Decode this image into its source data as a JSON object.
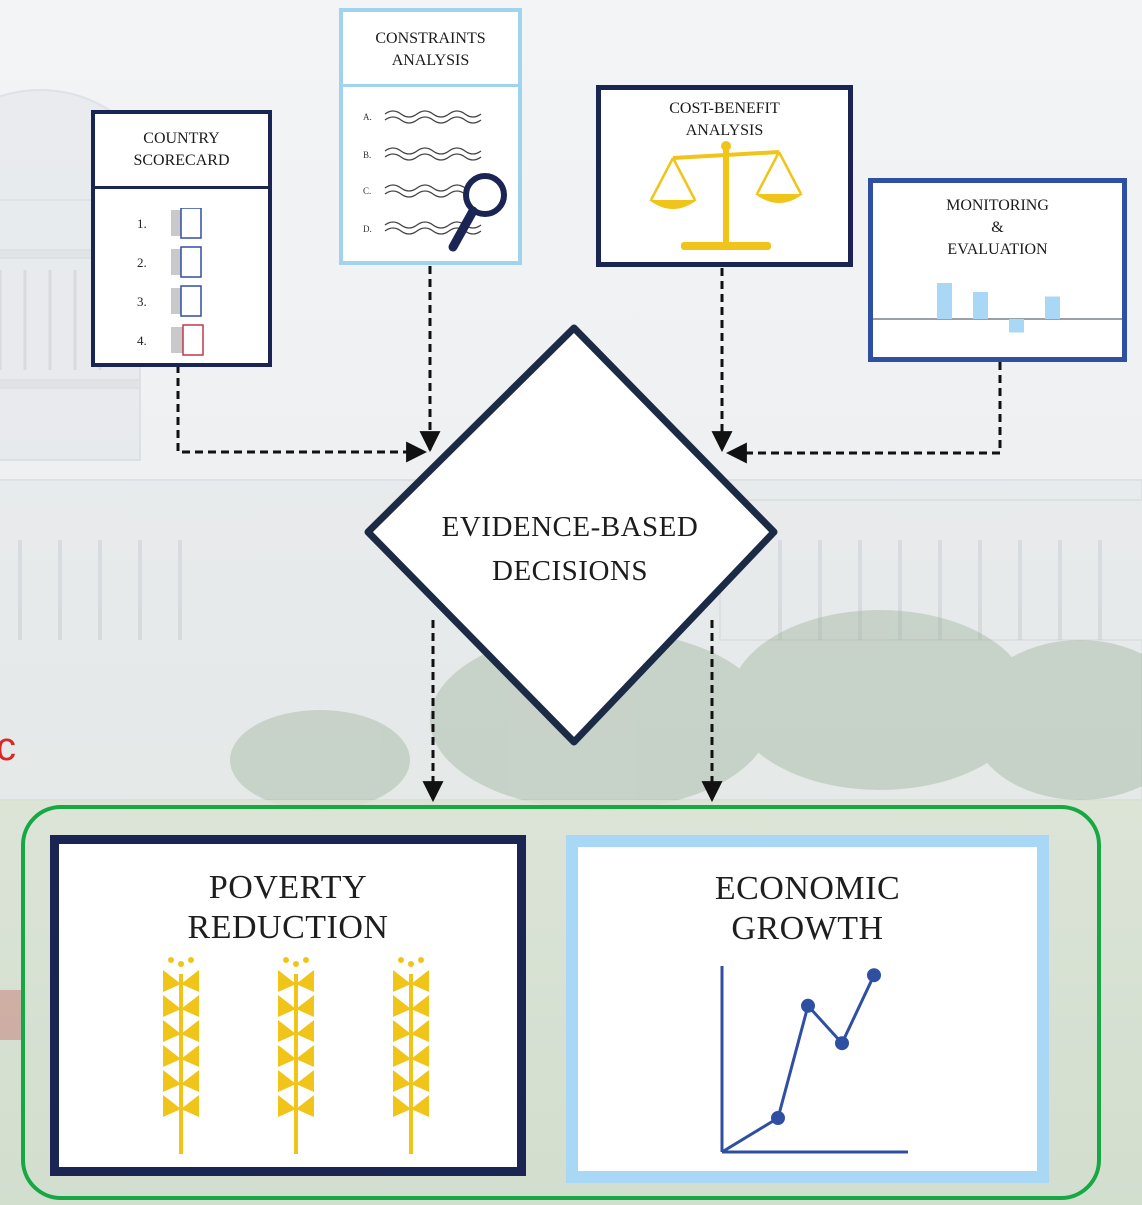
{
  "cards": {
    "scorecard": {
      "title": "COUNTRY\nSCORECARD",
      "items": [
        "1.",
        "2.",
        "3.",
        "4."
      ]
    },
    "constraints": {
      "title": "CONSTRAINTS\nANALYSIS",
      "items": [
        "A.",
        "B.",
        "C.",
        "D."
      ]
    },
    "cost_benefit": {
      "title": "COST-BENEFIT\nANALYSIS"
    },
    "monitoring": {
      "title": "MONITORING\n&\nEVALUATION",
      "bar_values": [
        0.8,
        0.6,
        -0.3,
        0.5
      ]
    }
  },
  "decision": {
    "title": "EVIDENCE-BASED\nDECISIONS"
  },
  "outcomes": {
    "poverty": {
      "title": "POVERTY\nREDUCTION"
    },
    "growth": {
      "title": "ECONOMIC\nGROWTH",
      "line_values": [
        0,
        1,
        4.3,
        3.2,
        5.2
      ]
    }
  },
  "colors": {
    "navy": "#1b2553",
    "light_blue": "#9fd3ee",
    "mid_blue": "#2f4fa3",
    "accent_blue": "#a8d8f5",
    "gold": "#f0c419",
    "green": "#17a844",
    "diamond": "#1c2b45",
    "red_box": "#c0394b"
  }
}
